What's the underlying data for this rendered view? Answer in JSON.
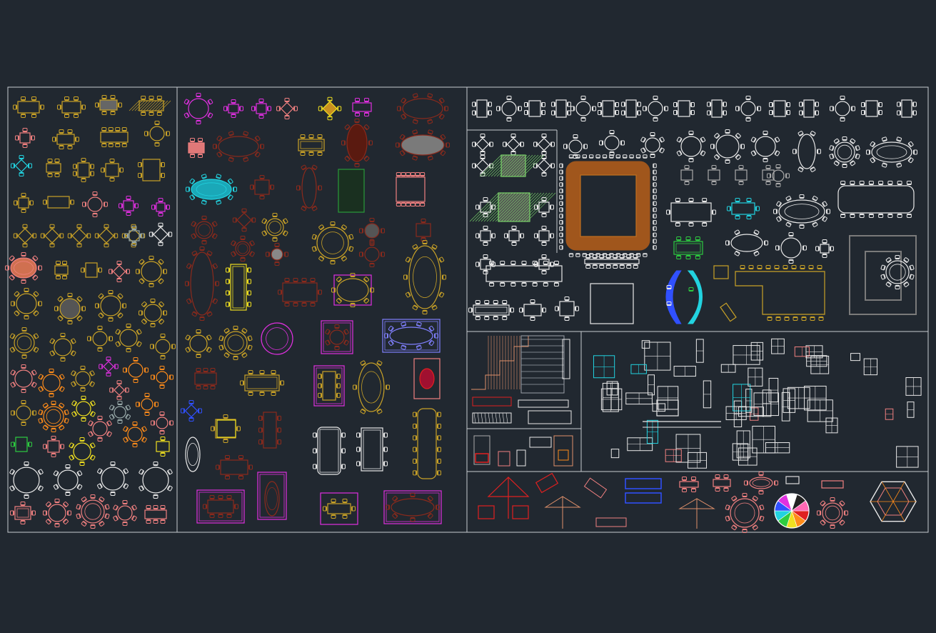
{
  "canvas": {
    "background": "#212830",
    "frame_color": "#c8ccd0"
  },
  "palette": {
    "gold": "#c9a227",
    "white": "#e9e9e9",
    "magenta": "#e030e0",
    "salmon": "#f08080",
    "orange": "#ff8c1a",
    "brown": "#8b2a1c",
    "cyan": "#22d3e0",
    "green": "#2ecc40",
    "yellow": "#f0e020",
    "blue": "#3050ff",
    "violet": "#8080ff",
    "red": "#e02020",
    "wood": "#a0561c",
    "peach": "#e0906a",
    "lightgreen": "#7ad36a"
  },
  "panels": [
    {
      "name": "dining-sets-left"
    },
    {
      "name": "dining-sets-middle"
    },
    {
      "name": "dining-tables-right"
    },
    {
      "name": "stairs-elevations"
    },
    {
      "name": "fireplaces"
    },
    {
      "name": "furniture-elevations"
    },
    {
      "name": "outdoor-furniture"
    }
  ]
}
